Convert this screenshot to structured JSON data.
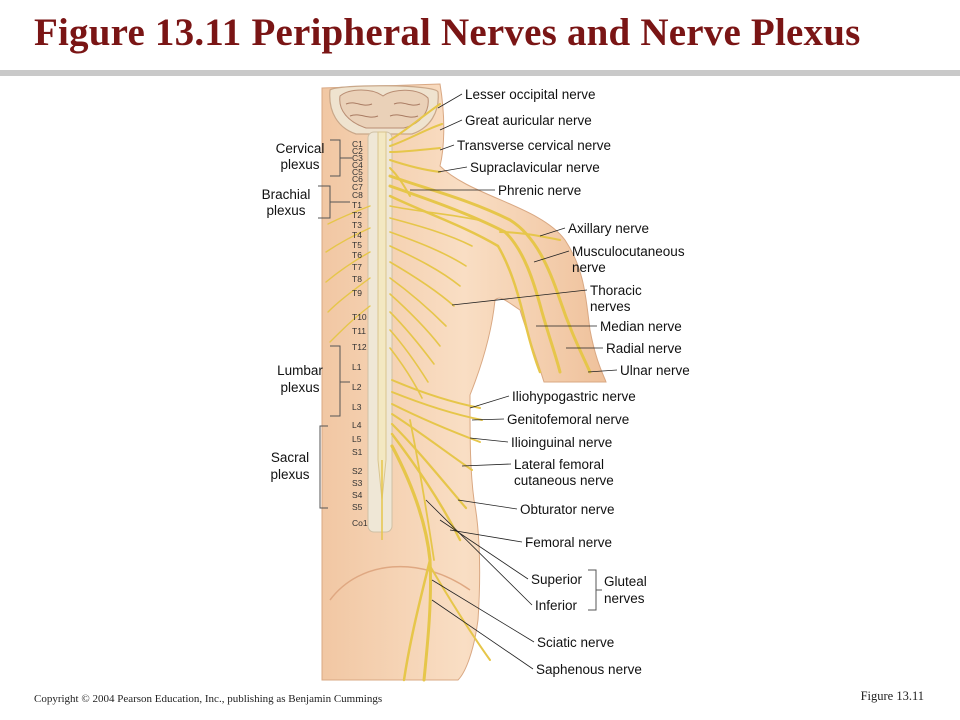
{
  "slide": {
    "title": "Figure 13.11  Peripheral Nerves and Nerve Plexus",
    "copyright": "Copyright © 2004 Pearson Education, Inc., publishing as Benjamin Cummings",
    "figure_ref": "Figure 13.11"
  },
  "plexus_labels": [
    [
      "Cervical",
      "plexus"
    ],
    [
      "Brachial",
      "plexus"
    ],
    [
      "Lumbar",
      "plexus"
    ],
    [
      "Sacral",
      "plexus"
    ]
  ],
  "nerve_labels": [
    [
      "Lesser occipital nerve"
    ],
    [
      "Great auricular nerve"
    ],
    [
      "Transverse cervical nerve"
    ],
    [
      "Supraclavicular nerve"
    ],
    [
      "Phrenic nerve"
    ],
    [
      "Axillary nerve"
    ],
    [
      "Musculocutaneous",
      "nerve"
    ],
    [
      "Thoracic",
      "nerves"
    ],
    [
      "Median nerve"
    ],
    [
      "Radial nerve"
    ],
    [
      "Ulnar nerve"
    ],
    [
      "Iliohypogastric nerve"
    ],
    [
      "Genitofemoral nerve"
    ],
    [
      "Ilioinguinal nerve"
    ],
    [
      "Lateral femoral",
      "cutaneous nerve"
    ],
    [
      "Obturator nerve"
    ],
    [
      "Femoral nerve"
    ],
    [
      "Superior"
    ],
    [
      "Inferior"
    ],
    [
      "Sciatic nerve"
    ],
    [
      "Saphenous nerve"
    ]
  ],
  "gluteal_label": [
    "Gluteal",
    "nerves"
  ],
  "spinal_segments": [
    "C1",
    "C2",
    "C3",
    "C4",
    "C5",
    "C6",
    "C7",
    "C8",
    "T1",
    "T2",
    "T3",
    "T4",
    "T5",
    "T6",
    "T7",
    "T8",
    "T9",
    "T10",
    "T11",
    "T12",
    "L1",
    "L2",
    "L3",
    "L4",
    "L5",
    "S1",
    "S2",
    "S3",
    "S4",
    "S5",
    "Co1"
  ],
  "colors": {
    "title": "#7a1515",
    "skin": "#f6d3b4",
    "skin_shade": "#e9b892",
    "nerve": "#e6c64a",
    "spinal_cord": "#f0e6c0",
    "bone": "#efe7d6"
  }
}
